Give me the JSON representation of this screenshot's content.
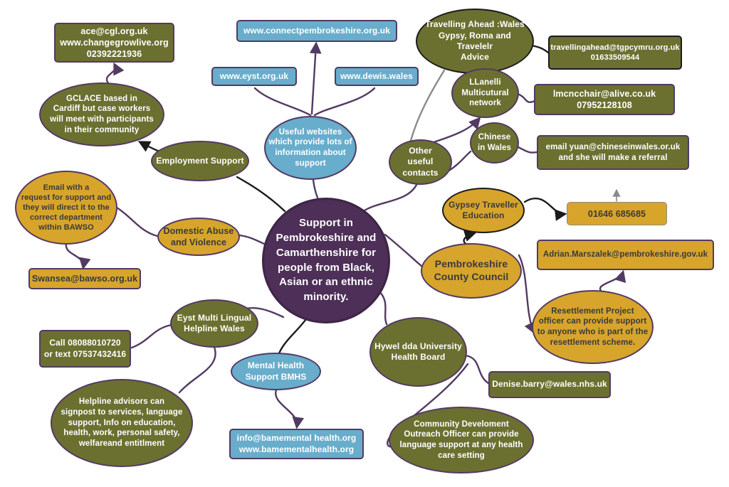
{
  "diagram": {
    "center": {
      "label": "Support in\nPembrokeshire and\nCamarthenshire for\npeople from Black,\nAsian or an ethnic\nminority."
    },
    "nodes": {
      "gclace_contact": {
        "label": "ace@cgl.org.uk\nwww.changegrowlive.org\n02392221936"
      },
      "gclace": {
        "label": "GCLACE based in\nCardiff but case workers\nwill meet with participants\nin their community"
      },
      "employment_support": {
        "label": "Employment Support"
      },
      "website_connect": {
        "label": "www.connectpembrokeshire.org.uk"
      },
      "website_eyst": {
        "label": "www.eyst.org.uk"
      },
      "website_dewis": {
        "label": "www.dewis.wales"
      },
      "useful_websites": {
        "label": "Useful websites\nwhich provide lots of\ninformation about\nsupport"
      },
      "travelling_ahead": {
        "label": "Travelling Ahead :Wales\nGypsy, Roma and Travelelr\nAdvice"
      },
      "travelling_contact": {
        "label": "travellingahead@tgpcymru.org.uk\n01633509544"
      },
      "llanelli_network": {
        "label": "LLanelli\nMulticutural\nnetwork"
      },
      "llanelli_contact": {
        "label": "lmcncchair@alive.co.uk\n07952128108"
      },
      "chinese_in_wales": {
        "label": "Chinese\nin Wales"
      },
      "chinese_contact": {
        "label": "email  yuan@chineseinwales.or.uk\nand she will make a referral"
      },
      "other_contacts": {
        "label": "Other\nuseful\ncontacts"
      },
      "gypsey_education": {
        "label": "Gypsey Traveller\nEducation"
      },
      "gypsey_contact": {
        "label": "01646 685685"
      },
      "pembrokeshire_cc": {
        "label": "Pembrokeshire\nCounty Council"
      },
      "pembrokeshire_contact": {
        "label": "Adrian.Marszalek@pembrokeshire.gov.uk"
      },
      "resettlement": {
        "label": "Resettlement Project\nofficer can provide support\nto anyone who is part of the\nresettlement scheme."
      },
      "bawso": {
        "label": "Email with a\nrequest for support and\nthey will direct it to the\ncorrect department\nwithin BAWSO"
      },
      "domestic_abuse": {
        "label": "Domestic Abuse\nand Violence"
      },
      "bawso_contact": {
        "label": "Swansea@bawso.org.uk"
      },
      "eyst_helpline": {
        "label": "Eyst Multi Lingual\nHelpline Wales"
      },
      "eyst_contact": {
        "label": "Call  08088010720\nor text  07537432416"
      },
      "helpline_info": {
        "label": "Helpline advisors can\nsignpost to services, language\nsupport, Info on education,\nhealth, work, personal safety,\nwelfareand entitlment"
      },
      "mental_health": {
        "label": "Mental Health\nSupport BMHS"
      },
      "mental_contact": {
        "label": "info@bamemental health.org\nwww.bamementalhealth.org"
      },
      "hywel_dda": {
        "label": "Hywel dda University\nHealth Board"
      },
      "hywel_contact": {
        "label": "Denise.barry@wales.nhs.uk"
      },
      "community_outreach": {
        "label": "Community Develoment\nOutreach Officer can provide\nlanguage support at any health\ncare setting"
      }
    },
    "colors": {
      "olive": "#6b7030",
      "gold": "#d7a42c",
      "blue": "#68adcb",
      "center_purple": "#4d2f57",
      "border_purple": "#533a63",
      "border_black": "#1b1b1b",
      "border_gray": "#8a8a8a"
    }
  }
}
